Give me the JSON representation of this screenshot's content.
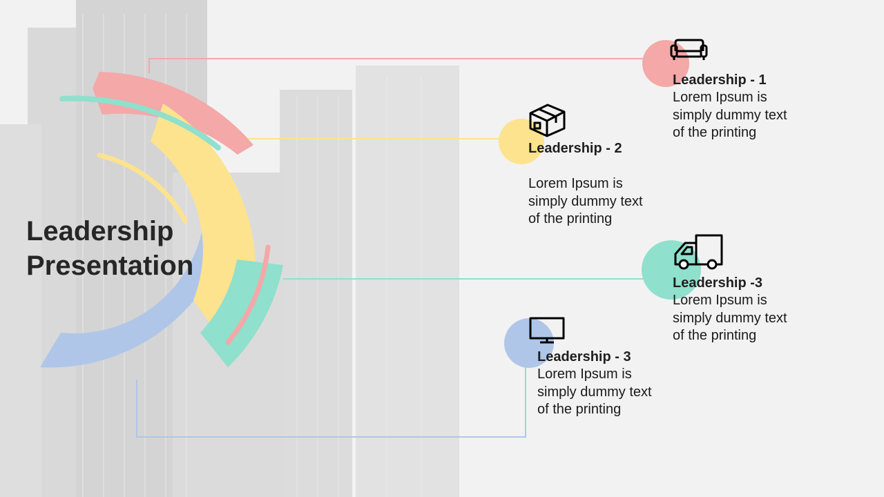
{
  "slide": {
    "title_line1": "Leadership",
    "title_line2": "Presentation"
  },
  "colors": {
    "pink": "#f4a8a8",
    "yellow": "#fde38e",
    "teal": "#8fe0cc",
    "blue": "#afc6e8",
    "text": "#1f1f1f"
  },
  "items": [
    {
      "title": "Leadership - 1",
      "text": "Lorem Ipsum is\nsimply dummy text\nof the printing",
      "color": "pink",
      "icon": "sofa-icon"
    },
    {
      "title": "Leadership - 2",
      "text": "Lorem Ipsum is\nsimply dummy text\nof the printing",
      "color": "yellow",
      "icon": "box-icon"
    },
    {
      "title": "Leadership -3",
      "text": "Lorem Ipsum is\nsimply dummy text\nof the printing",
      "color": "teal",
      "icon": "truck-icon"
    },
    {
      "title": "Leadership - 3",
      "text": "Lorem Ipsum is\nsimply dummy text\nof the printing",
      "color": "blue",
      "icon": "monitor-icon"
    }
  ]
}
